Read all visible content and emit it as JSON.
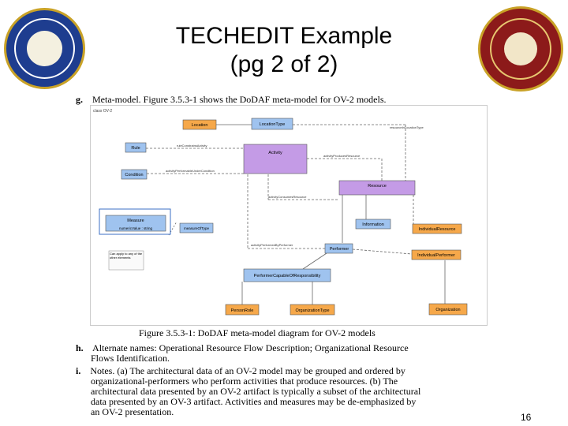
{
  "slide": {
    "title_line1": "TECHEDIT Example",
    "title_line2": "(pg 2 of 2)",
    "page_number": "16"
  },
  "logos": {
    "left_seal": "seal-of-department-of-defense",
    "right_seal": "seal-of-joint-interoperability-organization"
  },
  "items": {
    "g": {
      "label": "g.",
      "text": "Meta-model. Figure 3.5.3-1 shows the DoDAF meta-model for OV-2 models."
    },
    "h": {
      "label": "h.",
      "line1": "Alternate names: Operational Resource Flow Description; Organizational Resource",
      "line2": "Flows Identification."
    },
    "i": {
      "label": "i.",
      "line1": "Notes. (a) The architectural data of an OV-2 model may be grouped and ordered by",
      "line2": "organizational-performers who perform activities that produce resources. (b) The",
      "line3": "architectural data presented by an OV-2 artifact is typically a subset of the architectural",
      "line4": "data presented by an OV-3 artifact. Activities and measures may be de-emphasized by",
      "line5": "an OV-2 presentation."
    }
  },
  "figure": {
    "caption": "Figure 3.5.3-1: DoDAF meta-model diagram for OV-2 models",
    "frame_label": "class OV-2",
    "colors": {
      "orange": "#f6a84a",
      "blue": "#9fc3ef",
      "purple": "#c49be6",
      "line": "#555555"
    },
    "boxes": {
      "location": "Location",
      "location_type": "LocationType",
      "rule": "Rule",
      "activity": "Activity",
      "condition": "Condition",
      "resource": "Resource",
      "measure": "Measure",
      "measure_attr": "numericValue : string",
      "measure_of_type": "measureOfType",
      "information": "Information",
      "individual_resource": "IndividualResource",
      "performer": "Performer",
      "individual_performer": "IndividualPerformer",
      "performer_capable": "PerformerCapableOfResponsibility",
      "person_role": "PersonRole",
      "organization_type": "OrganizationType",
      "organization": "Organization",
      "note": "Can apply to any of the other elements"
    },
    "edges": {
      "resource_in_location": "resourceInLocationType",
      "rule_constrains": "ruleConstrainsActivity",
      "activity_performable": "activityPerformableUnderCondition",
      "activity_produces": "activityProducesResource",
      "activity_consumes": "activityConsumesResource",
      "activity_performed": "activityPerformedByPerformer"
    }
  }
}
